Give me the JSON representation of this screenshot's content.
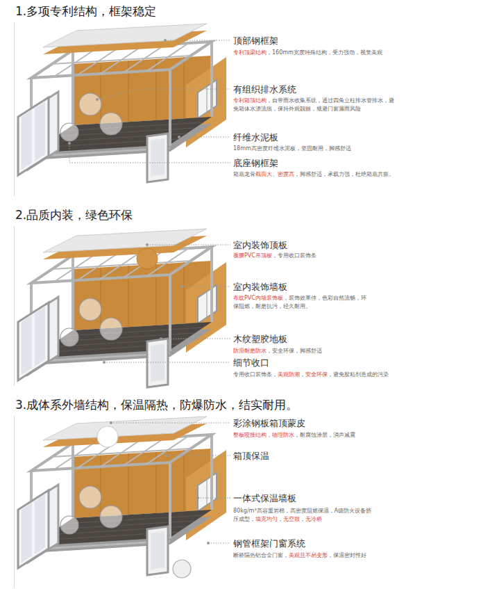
{
  "diagram": {
    "labels": [
      "1.多项专利结构，框架稳定",
      "顶部钢框架",
      "专利顶梁结构",
      "，160mm宽度特殊结构，受力强劲，视觉美观",
      "有组织排水系统",
      "专利箱顶结构",
      "，自带雨水收集系统，通过四角立柱排水管排水，避免箱体水渍流痕，保持外观靓丽，规避门窗漏雨风险",
      "纤维水泥板",
      "18mm高密度纤维水泥板，坚固耐用，脚感舒适",
      "底座钢框架",
      "箱底龙骨",
      "截面大",
      "、",
      "密度高",
      "，脚感舒适，承载力强，杜绝箱底共振。",
      "2.品质内装，绿色环保",
      "室内装饰顶板",
      "覆膜PVC吊顶板",
      "，专用收口装饰条",
      "室内装饰墙板",
      "布纹PVC内墙装饰板",
      "，装饰效果佳，色彩自然流畅，环保阻燃，耐磨抗污，经久耐用。",
      "木纹塑胶地板",
      "防滑耐磨防水",
      "，安全环保，脚感舒适",
      "细节收口",
      "专用收口装饰条，",
      "美观防潮",
      "，",
      "安全环保",
      "，避免胶粘剂造成的污染",
      "3.成体系外墙结构，保温隔热，防爆防水，结实耐用。",
      "彩涂钢板箱顶蒙皮",
      "整板咬接结构，物理防水",
      "，耐腐蚀涂层，消声减震",
      "箱顶保温",
      "一体式保温墙板",
      "80kg/m³高容重岩棉，高密度阻燃保温，A级防火设备挤压成型，",
      "填充均匀",
      "，",
      "无空鼓",
      "，",
      "无冷桥",
      "钢管框架门窗系统",
      "断桥隔热铝合金门窗，",
      "美观且不易变形",
      "，保温密封性好"
    ]
  }
}
